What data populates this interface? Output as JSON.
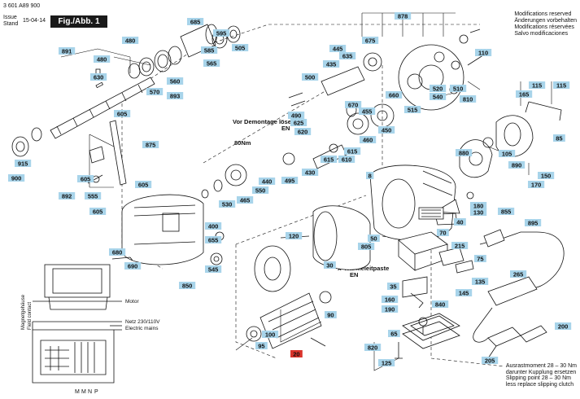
{
  "header": {
    "part_number": "3 601 A89 900",
    "issue_label": "Issue",
    "stand_label": "Stand",
    "date": "15-04-14",
    "figure_label": "Fig./Abb. 1"
  },
  "notes": {
    "lines": [
      "Modifications reserved",
      "Änderungen vorbehalten",
      "Modifications réservées",
      "Salvo modificaciones"
    ]
  },
  "bottom_notes": {
    "lines": [
      "Ausrastmoment 28 – 30 Nm",
      "darunter Kupplung ersetzen",
      "Slipping point 28 – 30 Nm",
      "less replace slipping clutch"
    ]
  },
  "annotations": {
    "demontage": "Vor Demontage lösen",
    "demontage_en": "EN",
    "torque": "80Nm",
    "waermeleitpaste": "★ Wärmeleitpaste",
    "waermeleitpaste_en": "EN"
  },
  "wiring": {
    "side_label_1": "Magnetgehäuse",
    "side_label_2": "Field contact",
    "motor": "Motor",
    "mains_1": "Netz 230/110V",
    "mains_2": "Electric mains",
    "terminals": [
      "M",
      "M",
      "N",
      "P"
    ]
  },
  "part_labels": [
    {
      "text": "685",
      "hi": false
    },
    {
      "text": "595",
      "hi": false
    },
    {
      "text": "480",
      "hi": false
    },
    {
      "text": "565",
      "hi": false
    },
    {
      "text": "505",
      "hi": false
    },
    {
      "text": "891",
      "hi": false
    },
    {
      "text": "480",
      "hi": false
    },
    {
      "text": "585",
      "hi": false
    },
    {
      "text": "560",
      "hi": false
    },
    {
      "text": "570",
      "hi": false
    },
    {
      "text": "893",
      "hi": false
    },
    {
      "text": "630",
      "hi": false
    },
    {
      "text": "605",
      "hi": false
    },
    {
      "text": "875",
      "hi": false
    },
    {
      "text": "915",
      "hi": false
    },
    {
      "text": "900",
      "hi": false
    },
    {
      "text": "605",
      "hi": false
    },
    {
      "text": "892",
      "hi": false
    },
    {
      "text": "555",
      "hi": false
    },
    {
      "text": "605",
      "hi": false
    },
    {
      "text": "605",
      "hi": false
    },
    {
      "text": "878",
      "hi": false
    },
    {
      "text": "675",
      "hi": false
    },
    {
      "text": "445",
      "hi": false
    },
    {
      "text": "635",
      "hi": false
    },
    {
      "text": "435",
      "hi": false
    },
    {
      "text": "500",
      "hi": false
    },
    {
      "text": "110",
      "hi": false
    },
    {
      "text": "520",
      "hi": false
    },
    {
      "text": "510",
      "hi": false
    },
    {
      "text": "540",
      "hi": false
    },
    {
      "text": "810",
      "hi": false
    },
    {
      "text": "515",
      "hi": false
    },
    {
      "text": "660",
      "hi": false
    },
    {
      "text": "670",
      "hi": false
    },
    {
      "text": "455",
      "hi": false
    },
    {
      "text": "490",
      "hi": false
    },
    {
      "text": "625",
      "hi": false
    },
    {
      "text": "450",
      "hi": false
    },
    {
      "text": "620",
      "hi": false
    },
    {
      "text": "460",
      "hi": false
    },
    {
      "text": "615",
      "hi": false
    },
    {
      "text": "615",
      "hi": false
    },
    {
      "text": "610",
      "hi": false
    },
    {
      "text": "495",
      "hi": false
    },
    {
      "text": "430",
      "hi": false
    },
    {
      "text": "440",
      "hi": false
    },
    {
      "text": "550",
      "hi": false
    },
    {
      "text": "465",
      "hi": false
    },
    {
      "text": "530",
      "hi": false
    },
    {
      "text": "400",
      "hi": false
    },
    {
      "text": "655",
      "hi": false
    },
    {
      "text": "680",
      "hi": false
    },
    {
      "text": "690",
      "hi": false
    },
    {
      "text": "545",
      "hi": false
    },
    {
      "text": "850",
      "hi": false
    },
    {
      "text": "115",
      "hi": false
    },
    {
      "text": "115",
      "hi": false
    },
    {
      "text": "165",
      "hi": false
    },
    {
      "text": "85",
      "hi": false
    },
    {
      "text": "880",
      "hi": false
    },
    {
      "text": "105",
      "hi": false
    },
    {
      "text": "890",
      "hi": false
    },
    {
      "text": "150",
      "hi": false
    },
    {
      "text": "170",
      "hi": false
    },
    {
      "text": "8",
      "hi": false
    },
    {
      "text": "180",
      "hi": false
    },
    {
      "text": "130",
      "hi": false
    },
    {
      "text": "855",
      "hi": false
    },
    {
      "text": "40",
      "hi": false
    },
    {
      "text": "895",
      "hi": false
    },
    {
      "text": "805",
      "hi": false
    },
    {
      "text": "70",
      "hi": false
    },
    {
      "text": "50",
      "hi": false
    },
    {
      "text": "120",
      "hi": false
    },
    {
      "text": "215",
      "hi": false
    },
    {
      "text": "75",
      "hi": false
    },
    {
      "text": "30",
      "hi": false
    },
    {
      "text": "135",
      "hi": false
    },
    {
      "text": "35",
      "hi": false
    },
    {
      "text": "145",
      "hi": false
    },
    {
      "text": "160",
      "hi": false
    },
    {
      "text": "840",
      "hi": false
    },
    {
      "text": "190",
      "hi": false
    },
    {
      "text": "265",
      "hi": false
    },
    {
      "text": "90",
      "hi": false
    },
    {
      "text": "100",
      "hi": false
    },
    {
      "text": "95",
      "hi": false
    },
    {
      "text": "65",
      "hi": false
    },
    {
      "text": "820",
      "hi": false
    },
    {
      "text": "200",
      "hi": false
    },
    {
      "text": "125",
      "hi": false
    },
    {
      "text": "205",
      "hi": false
    },
    {
      "text": "20",
      "hi": true
    }
  ],
  "colors": {
    "label_bg": "#a8d4ea",
    "highlight_bg": "#d9342b",
    "line": "#111111"
  }
}
